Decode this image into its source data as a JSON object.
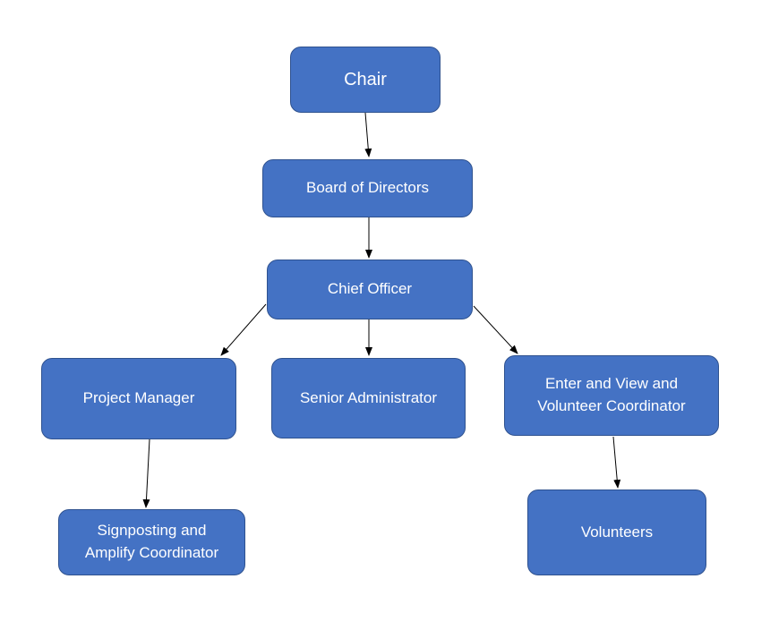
{
  "colors": {
    "fill": "#4472c4",
    "border": "#2f528f",
    "text": "#ffffff",
    "connector": "#000000"
  },
  "nodes": {
    "chair": "Chair",
    "board": "Board of Directors",
    "chief": "Chief Officer",
    "project_manager": "Project Manager",
    "senior_admin": "Senior Administrator",
    "enter_view": "Enter and View and\nVolunteer Coordinator",
    "signposting": "Signposting and\nAmplify Coordinator",
    "volunteers": "Volunteers"
  },
  "edges": [
    {
      "from": "chair",
      "to": "board"
    },
    {
      "from": "board",
      "to": "chief"
    },
    {
      "from": "chief",
      "to": "project_manager"
    },
    {
      "from": "chief",
      "to": "senior_admin"
    },
    {
      "from": "chief",
      "to": "enter_view"
    },
    {
      "from": "project_manager",
      "to": "signposting"
    },
    {
      "from": "enter_view",
      "to": "volunteers"
    }
  ]
}
